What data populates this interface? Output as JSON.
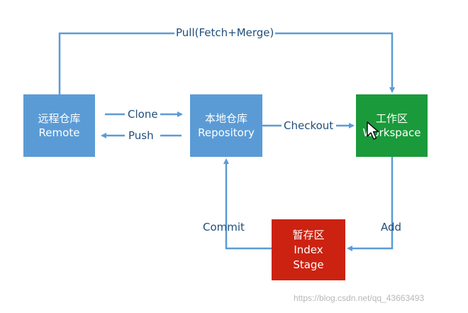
{
  "nodes": {
    "remote": {
      "line1": "远程仓库",
      "line2": "Remote",
      "color": "#5b9bd5"
    },
    "repository": {
      "line1": "本地仓库",
      "line2": "Repository",
      "color": "#5b9bd5"
    },
    "workspace": {
      "line1": "工作区",
      "line2": "Workspace",
      "color": "#1a9a3a"
    },
    "stage": {
      "line1": "暂存区",
      "line2": "Index",
      "line3": "Stage",
      "color": "#cc2211"
    }
  },
  "edges": {
    "pull": "Pull(Fetch+Merge)",
    "clone": "Clone",
    "push": "Push",
    "checkout": "Checkout",
    "commit": "Commit",
    "add": "Add"
  },
  "colors": {
    "arrow": "#5b9bd5",
    "label": "#1f4e79"
  },
  "icons": {
    "cursor": "mouse-pointer-icon"
  },
  "watermark": "https://blog.csdn.net/qq_43663493"
}
